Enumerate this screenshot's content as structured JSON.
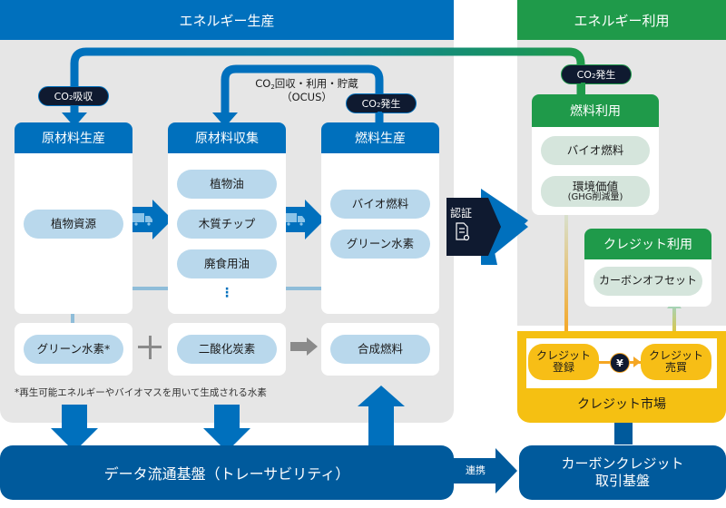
{
  "headers": {
    "production": "エネルギー生産",
    "usage": "エネルギー利用"
  },
  "tags": {
    "co2_absorb": {
      "prefix": "CO",
      "sub": "2",
      "suffix": "吸収"
    },
    "co2_emit_production": {
      "prefix": "CO",
      "sub": "2",
      "suffix": "発生"
    },
    "co2_emit_usage": {
      "prefix": "CO",
      "sub": "2",
      "suffix": "発生"
    }
  },
  "ocus_label": {
    "prefix": "CO",
    "sub": "2",
    "suffix": "回収・利用・貯蔵",
    "line2": "（OCUS）"
  },
  "stages": [
    {
      "title": "原材料生産",
      "items": [
        "植物資源"
      ],
      "bottom_item": "グリーン水素*"
    },
    {
      "title": "原材料収集",
      "items": [
        "植物油",
        "木質チップ",
        "廃食用油"
      ],
      "more": "⋮",
      "bottom_item": "二酸化炭素"
    },
    {
      "title": "燃料生産",
      "items": [
        "バイオ燃料",
        "グリーン水素"
      ],
      "bottom_item": "合成燃料"
    }
  ],
  "operators": {
    "plus": "+",
    "arrow": "→"
  },
  "footnote": "*再生可能エネルギーやバイオマスを用いて生成される水素",
  "certification": {
    "label": "認証",
    "icon": "certificate-document-icon"
  },
  "fuel_use": {
    "title": "燃料利用",
    "items": [
      "バイオ燃料"
    ],
    "env_value": {
      "line1": "環境価値",
      "line2": "(GHG削減量)"
    }
  },
  "credit_use": {
    "title": "クレジット利用",
    "items": [
      "カーボンオフセット"
    ]
  },
  "credit_market": {
    "title": "クレジット市場",
    "register": {
      "line1": "クレジット",
      "line2": "登録"
    },
    "trade": {
      "line1": "クレジット",
      "line2": "売買"
    },
    "currency_icon": "¥"
  },
  "data_platform": "データ流通基盤（トレーサビリティ）",
  "link_label": "連携",
  "credit_platform": {
    "line1": "カーボンクレジット",
    "line2": "取引基盤"
  },
  "colors": {
    "blue": "#0070bd",
    "dark_blue": "#005a9c",
    "green": "#1f9a4a",
    "yellow": "#f5c012",
    "navy": "#0f1a30",
    "light_blue_pill": "#b9d8ec",
    "light_green_pill": "#d5e5dc",
    "panel_gray": "#e6e6e6"
  }
}
